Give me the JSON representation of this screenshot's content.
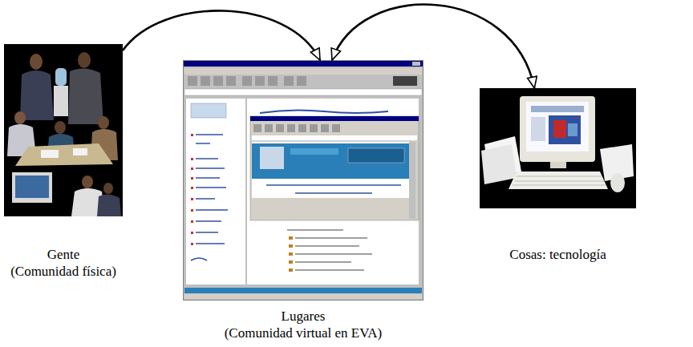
{
  "diagram": {
    "nodes": [
      {
        "text": [
          "Gente",
          "(Comunidad física)"
        ]
      },
      {
        "text": [
          "Lugares",
          "(Comunidad virtual en EVA)"
        ]
      },
      {
        "text": [
          "Cosas: tecnología"
        ]
      }
    ],
    "edges": [
      {
        "from": 0,
        "to": 1,
        "arrow": "to"
      },
      {
        "from": 1,
        "to": 2,
        "arrow": "both"
      }
    ]
  }
}
